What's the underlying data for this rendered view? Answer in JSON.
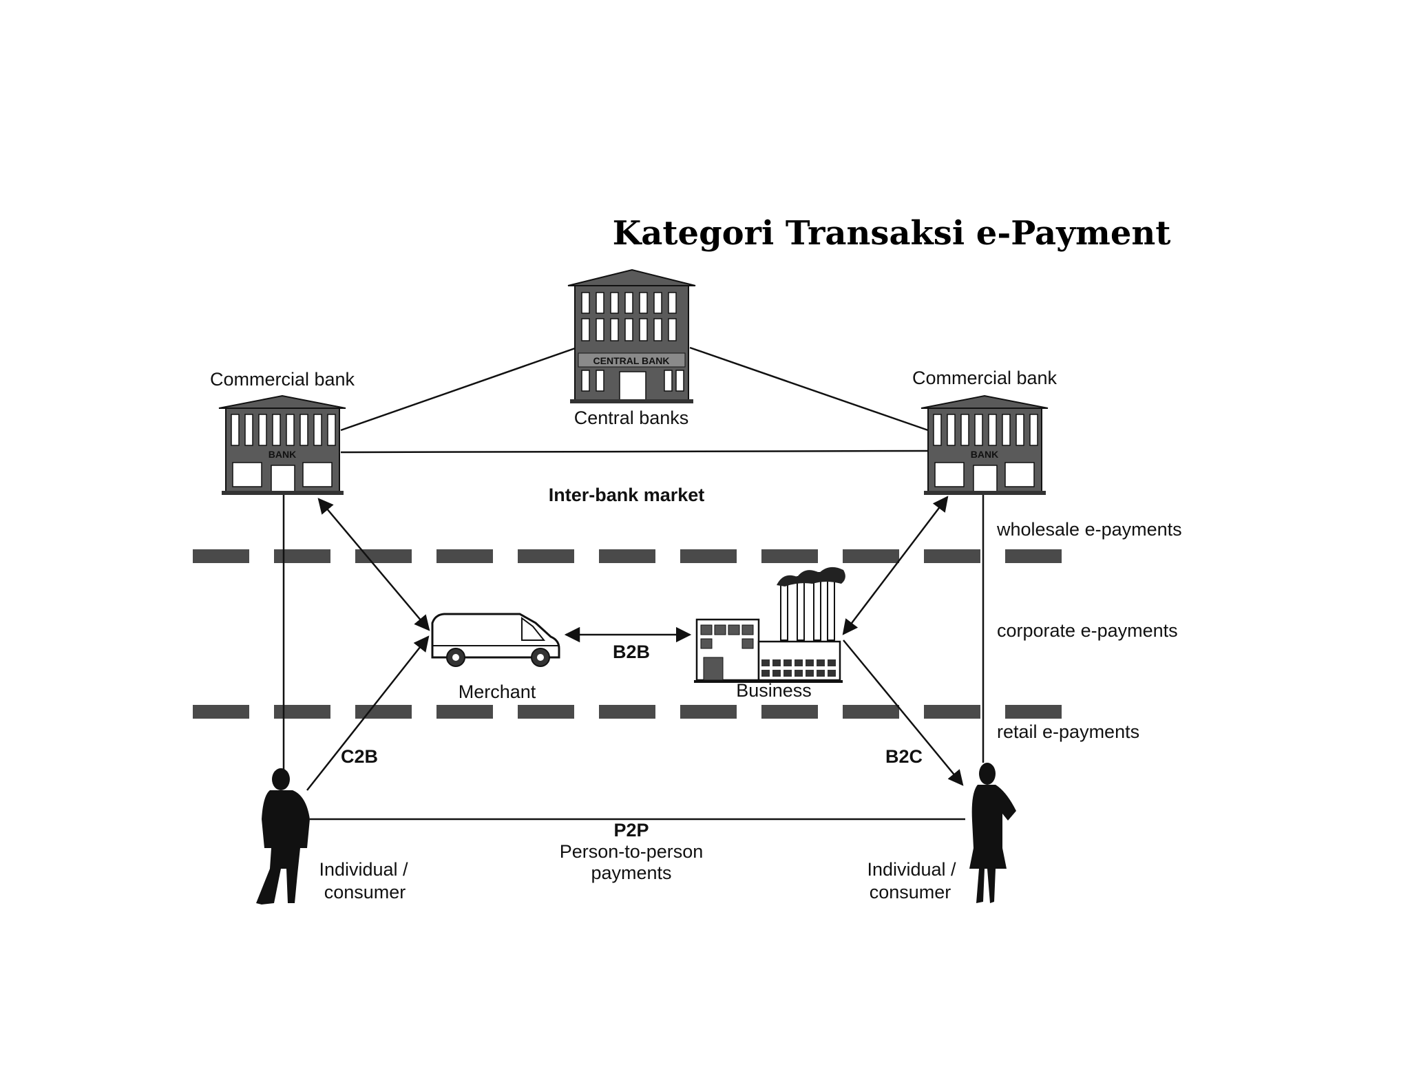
{
  "title": "Kategori Transaksi e-Payment",
  "nodes": {
    "central_bank": {
      "label": "Central banks",
      "sign": "CENTRAL BANK"
    },
    "commercial_bank_left": {
      "label": "Commercial bank",
      "sign": "BANK"
    },
    "commercial_bank_right": {
      "label": "Commercial bank",
      "sign": "BANK"
    },
    "merchant": {
      "label": "Merchant"
    },
    "business": {
      "label": "Business"
    },
    "consumer_left": {
      "label_line1": "Individual /",
      "label_line2": "consumer"
    },
    "consumer_right": {
      "label_line1": "Individual /",
      "label_line2": "consumer"
    }
  },
  "flows": {
    "interbank": "Inter-bank market",
    "b2b": "B2B",
    "c2b": "C2B",
    "b2c": "B2C",
    "p2p": "P2P",
    "p2p_desc_line1": "Person-to-person",
    "p2p_desc_line2": "payments"
  },
  "zones": {
    "wholesale": "wholesale e-payments",
    "corporate": "corporate e-payments",
    "retail": "retail e-payments"
  }
}
